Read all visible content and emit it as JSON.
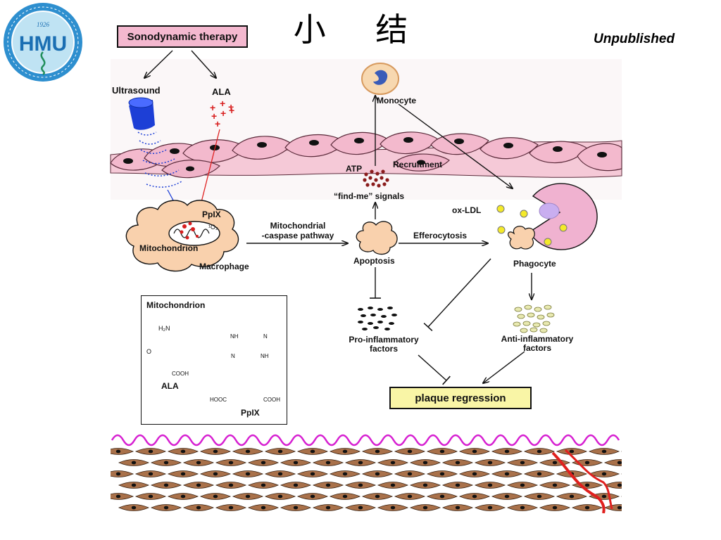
{
  "slide": {
    "title": "小 结",
    "tag": "Unpublished",
    "logo": {
      "name": "HMU",
      "year": "1926",
      "colors": {
        "ring": "#2e8fcf",
        "field": "#bfe3f3"
      }
    }
  },
  "diagram": {
    "therapy": "Sonodynamic therapy",
    "ultrasound": "Ultrasound",
    "ala": "ALA",
    "ppix": "PpIX",
    "o2_label": "¹O₂",
    "mitochondrion": "Mitochondrion",
    "macrophage": "Macrophage",
    "pathway_line1": "Mitochondrial",
    "pathway_line2": "-caspase pathway",
    "apoptosis": "Apoptosis",
    "monocyte": "Monocyte",
    "recruitment": "Recruitment",
    "atp": "ATP",
    "find_me": "“find-me” signals",
    "efferocytosis": "Efferocytosis",
    "ox_ldl": "ox-LDL",
    "phagocyte": "Phagocyte",
    "pro_line1": "Pro-inflammatory",
    "pro_line2": "factors",
    "anti_line1": "Anti-inflammatory",
    "anti_line2": "factors",
    "plaque": "plaque regression",
    "chem_title": "Mitochondrion",
    "chem_ala": "ALA",
    "chem_ppix": "PpIX",
    "chem_h2n": "H₂N",
    "chem_o": "O",
    "chem_cooh": "COOH",
    "chem_hooc": "HOOC",
    "chem_nh": "NH",
    "chem_n": "N",
    "colors": {
      "cell_pink": "#f3b9cd",
      "cell_border": "#5a2a3a",
      "ultrasound_blue": "#1d3fd6",
      "arrow_red": "#e02222",
      "ppix_red": "#d81e1e",
      "mito_orange": "#f9d1ad",
      "monocyte_fill": "#f7d8b0",
      "phagocyte_pink": "#f0b2d0",
      "ox_ldl_yellow": "#f4ea2a",
      "plaque_yellow": "#f9f5a6",
      "tissue_brown": "#a9714a",
      "elastic_magenta": "#d61fd1",
      "crack_red": "#e0201e"
    }
  }
}
